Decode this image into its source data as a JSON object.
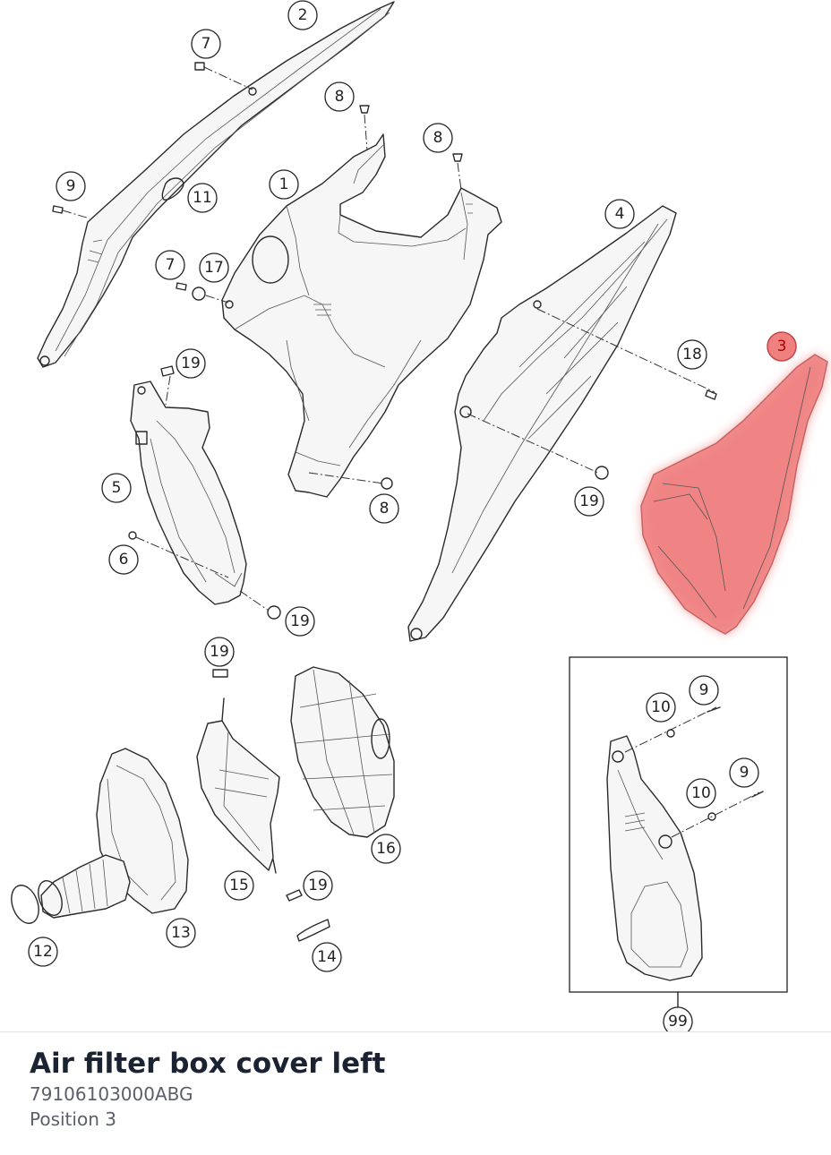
{
  "part": {
    "title": "Air filter box cover left",
    "number": "79106103000ABG",
    "position": "Position 3"
  },
  "highlight": {
    "callout": "3",
    "color": "#f08080"
  },
  "callouts": {
    "c1": "1",
    "c2": "2",
    "c3": "3",
    "c4": "4",
    "c5": "5",
    "c6": "6",
    "c7a": "7",
    "c7b": "7",
    "c8a": "8",
    "c8b": "8",
    "c8c": "8",
    "c9a": "9",
    "c9b": "9",
    "c9c": "9",
    "c10a": "10",
    "c10b": "10",
    "c11": "11",
    "c12": "12",
    "c13": "13",
    "c14": "14",
    "c15": "15",
    "c16": "16",
    "c17": "17",
    "c18": "18",
    "c19a": "19",
    "c19b": "19",
    "c19c": "19",
    "c19d": "19",
    "c19e": "19",
    "c99": "99"
  }
}
